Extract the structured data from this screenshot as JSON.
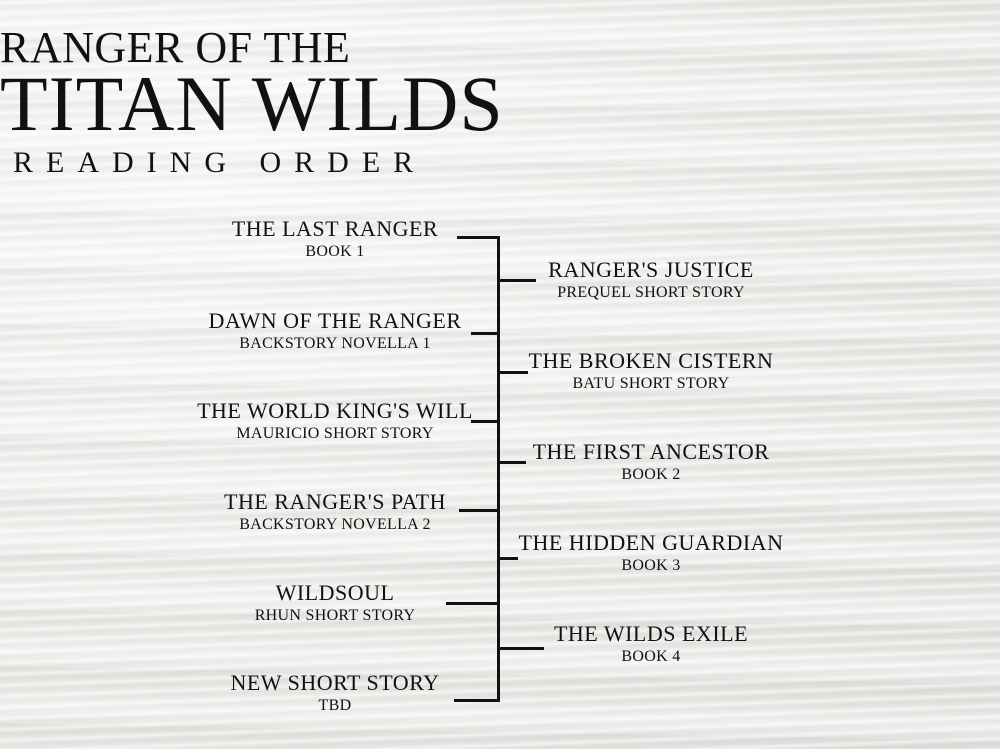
{
  "title": {
    "line1": "RANGER OF THE",
    "line2": "TITAN WILDS",
    "subtitle": "READING ORDER"
  },
  "left_entries": [
    {
      "title": "THE LAST RANGER",
      "subtitle": "BOOK 1"
    },
    {
      "title": "DAWN OF THE RANGER",
      "subtitle": "BACKSTORY NOVELLA 1"
    },
    {
      "title": "THE WORLD KING'S WILL",
      "subtitle": "MAURICIO SHORT STORY"
    },
    {
      "title": "THE RANGER'S PATH",
      "subtitle": "BACKSTORY NOVELLA 2"
    },
    {
      "title": "WILDSOUL",
      "subtitle": "RHUN SHORT STORY"
    },
    {
      "title": "NEW SHORT STORY",
      "subtitle": "TBD"
    }
  ],
  "right_entries": [
    {
      "title": "RANGER'S JUSTICE",
      "subtitle": "PREQUEL SHORT STORY"
    },
    {
      "title": "THE BROKEN CISTERN",
      "subtitle": "BATU SHORT STORY"
    },
    {
      "title": "THE FIRST ANCESTOR",
      "subtitle": "BOOK 2"
    },
    {
      "title": "THE HIDDEN GUARDIAN",
      "subtitle": "BOOK 3"
    },
    {
      "title": "THE WILDS EXILE",
      "subtitle": "BOOK 4"
    }
  ]
}
